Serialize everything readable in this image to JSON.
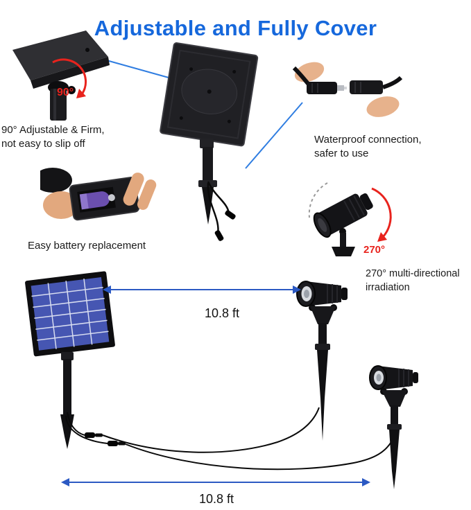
{
  "title": "Adjustable and Fully Cover",
  "callouts": {
    "adjustable": {
      "angle_label": "90°",
      "caption": "90° Adjustable & Firm,\nnot easy to slip off"
    },
    "waterproof": {
      "caption": "Waterproof connection,\nsafer to use"
    },
    "battery": {
      "caption": "Easy battery replacement"
    },
    "irradiation": {
      "angle_label": "270°",
      "caption": "270° multi-directional\nirradiation"
    }
  },
  "measurements": {
    "panel_to_light": "10.8 ft",
    "light_to_light": "10.8 ft"
  },
  "colors": {
    "title_blue": "#1668dc",
    "leader_blue": "#2f7de1",
    "dimension_blue": "#2b59c3",
    "accent_red": "#e8231d"
  }
}
